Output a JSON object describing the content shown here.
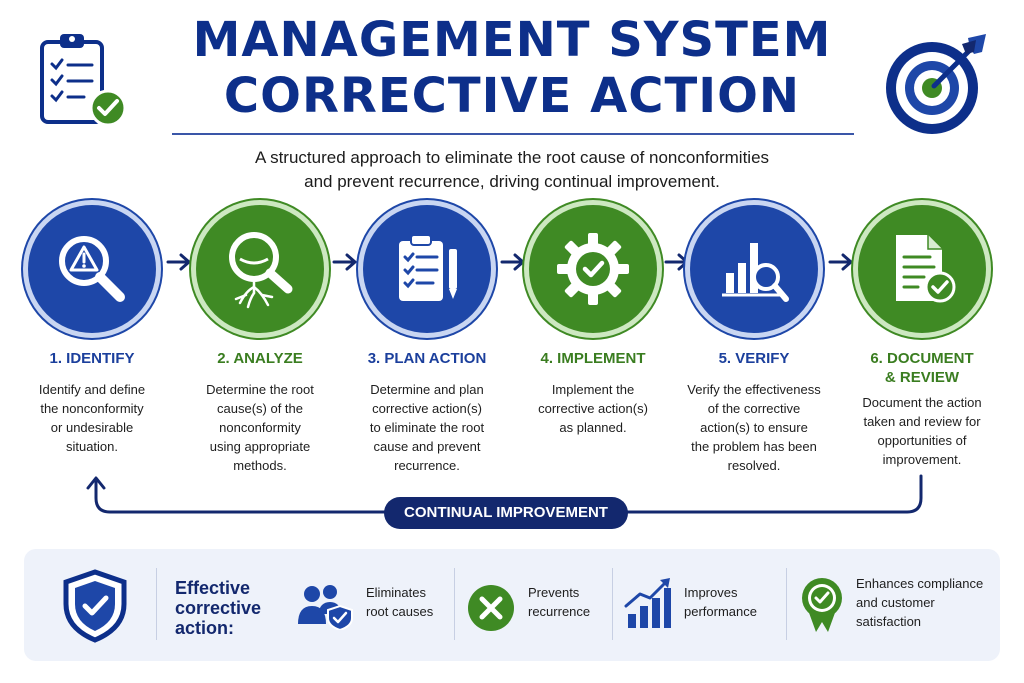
{
  "header": {
    "title_line1": "MANAGEMENT SYSTEM",
    "title_line2": "CORRECTIVE ACTION",
    "subtitle_line1": "A structured approach to eliminate the root cause of nonconformities",
    "subtitle_line2": "and prevent recurrence, driving continual improvement."
  },
  "icons": {
    "header_left": "clipboard-checklist-icon",
    "header_right": "target-arrow-icon"
  },
  "colors": {
    "navy": "#0d2f8a",
    "blue": "#1e47a8",
    "green": "#3f8a24",
    "dark_navy": "#13286e",
    "panel_bg": "#eef2fa"
  },
  "steps": [
    {
      "label": "1. IDENTIFY",
      "desc_lines": [
        "Identify and define",
        "the nonconformity",
        "or undesirable",
        "situation."
      ],
      "icon": "magnifier-warning-icon",
      "color": "blue"
    },
    {
      "label": "2. ANALYZE",
      "desc_lines": [
        "Determine the root",
        "cause(s) of the",
        "nonconformity",
        "using appropriate",
        "methods."
      ],
      "icon": "magnifier-roots-icon",
      "color": "green"
    },
    {
      "label": "3. PLAN ACTION",
      "desc_lines": [
        "Determine and plan",
        "corrective action(s)",
        "to eliminate the root",
        "cause and prevent",
        "recurrence."
      ],
      "icon": "clipboard-pen-icon",
      "color": "blue"
    },
    {
      "label": "4. IMPLEMENT",
      "desc_lines": [
        "Implement the",
        "corrective action(s)",
        "as planned."
      ],
      "icon": "gear-check-icon",
      "color": "green"
    },
    {
      "label": "5. VERIFY",
      "desc_lines": [
        "Verify the effectiveness",
        "of the corrective",
        "action(s) to ensure",
        "the problem has been",
        "resolved."
      ],
      "icon": "chart-magnifier-icon",
      "color": "blue"
    },
    {
      "label_lines": [
        "6. DOCUMENT",
        "& REVIEW"
      ],
      "desc_lines": [
        "Document the action",
        "taken and review for",
        "opportunities of",
        "improvement."
      ],
      "icon": "document-check-icon",
      "color": "green"
    }
  ],
  "loop": {
    "label": "CONTINUAL IMPROVEMENT"
  },
  "benefits_panel": {
    "shield_icon": "shield-check-icon",
    "intro_lines": [
      "Effective",
      "corrective",
      "action:"
    ],
    "items": [
      {
        "lines": [
          "Eliminates",
          "root causes"
        ],
        "icon": "users-shield-icon"
      },
      {
        "lines": [
          "Prevents",
          "recurrence"
        ],
        "icon": "x-circle-icon"
      },
      {
        "lines": [
          "Improves",
          "performance"
        ],
        "icon": "bar-chart-up-icon"
      },
      {
        "lines": [
          "Enhances compliance",
          "and customer",
          "satisfaction"
        ],
        "icon": "award-badge-icon"
      }
    ]
  }
}
